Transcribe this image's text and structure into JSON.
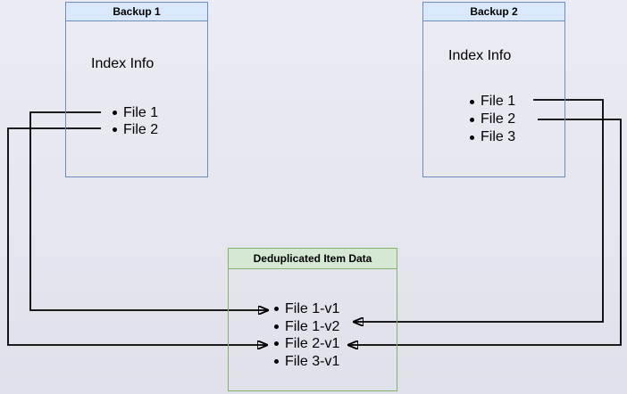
{
  "colors": {
    "background": "#e7e7f0",
    "blue_box_fill": "#dae8fc",
    "blue_box_border": "#6c8ebf",
    "green_box_fill": "#d5e8d4",
    "green_box_border": "#82b366",
    "arrow": "#000000"
  },
  "backup1": {
    "title": "Backup 1",
    "subtitle": "Index Info",
    "items": [
      "File 1",
      "File 2"
    ]
  },
  "backup2": {
    "title": "Backup 2",
    "subtitle": "Index Info",
    "items": [
      "File 1",
      "File 2",
      "File 3"
    ]
  },
  "dedup": {
    "title": "Deduplicated Item Data",
    "items": [
      "File 1-v1",
      "File 1-v2",
      "File 2-v1",
      "File 3-v1"
    ]
  },
  "arrows": [
    {
      "from": "Backup 1 / File 1",
      "to": "File 1-v1"
    },
    {
      "from": "Backup 1 / File 2",
      "to": "File 2-v1"
    },
    {
      "from": "Backup 2 / File 1",
      "to": "File 1-v2"
    },
    {
      "from": "Backup 2 / File 2",
      "to": "File 2-v1"
    }
  ]
}
